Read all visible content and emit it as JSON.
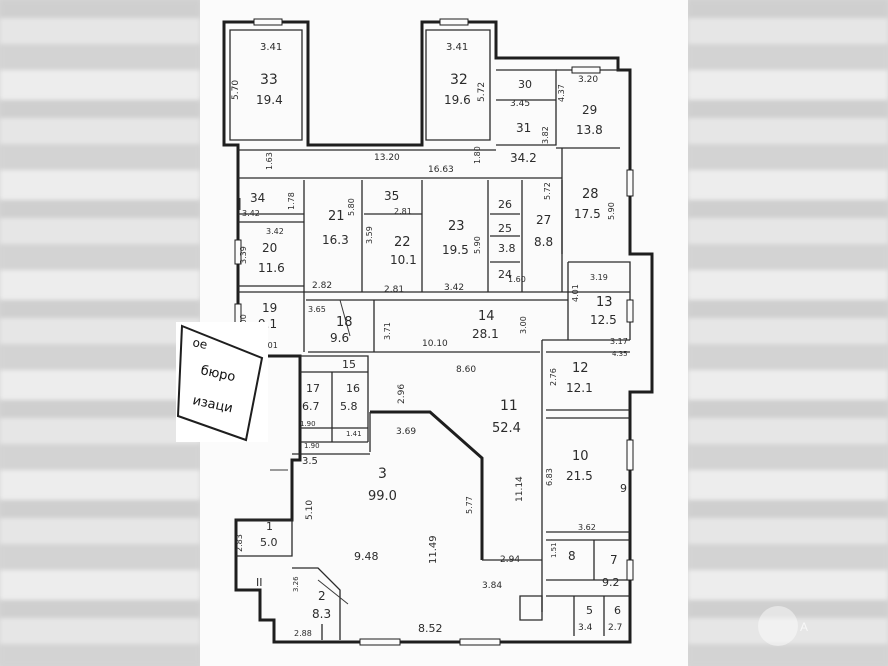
{
  "rooms": [
    {
      "id": "33",
      "dims_top": "3.41",
      "dims_side": "5.70",
      "area": "19.4"
    },
    {
      "id": "32",
      "dims_top": "3.41",
      "dims_side": "5.72",
      "area": "19.6"
    },
    {
      "id": "30",
      "dims_side": "3.45"
    },
    {
      "id": "29",
      "dims_top": "3.20",
      "dims_side": "4.37",
      "area": "13.8"
    },
    {
      "id": "31",
      "dims_side": "3.82",
      "area": "34.2"
    },
    {
      "id": "28",
      "area": "17.5",
      "dims_side": "5.90"
    },
    {
      "id": "34",
      "dims_top": "3.42",
      "dims_side": "1.78"
    },
    {
      "id": "35",
      "dims_bottom": "2.81"
    },
    {
      "id": "21",
      "area": "16.3",
      "dims_side": "5.80"
    },
    {
      "id": "22",
      "area": "10.1",
      "dims_side": "3.59"
    },
    {
      "id": "23",
      "area": "19.5",
      "dims_side": "5.90"
    },
    {
      "id": "26"
    },
    {
      "id": "25",
      "area": "3.8"
    },
    {
      "id": "27",
      "area": "8.8",
      "dims_side": "5.72"
    },
    {
      "id": "24"
    },
    {
      "id": "20",
      "area": "11.6",
      "dims_top": "3.42",
      "dims_side": "3.39"
    },
    {
      "id": "19",
      "area": "9.1",
      "dims_side": "3.00",
      "dims_bottom": "3.01"
    },
    {
      "id": "18",
      "area": "9.6",
      "dims_side": "3.71"
    },
    {
      "id": "14",
      "area": "28.1",
      "dims_side": "3.00"
    },
    {
      "id": "13",
      "area": "12.5",
      "dims_top": "3.19",
      "dims_side": "4.01"
    },
    {
      "id": "15"
    },
    {
      "id": "17",
      "area": "6.7",
      "dims_side": "1.90"
    },
    {
      "id": "16",
      "area": "5.8",
      "dims_bottom": "1.41"
    },
    {
      "id": "12",
      "area": "12.1",
      "dims_side": "2.76"
    },
    {
      "id": "11",
      "area": "52.4",
      "dims_side": "11.14"
    },
    {
      "id": "3",
      "area": "99.0"
    },
    {
      "id": "10",
      "area": "21.5",
      "dims_side": "6.83"
    },
    {
      "id": "1",
      "area": "5.0",
      "dims_side": "2.83"
    },
    {
      "id": "2",
      "area": "8.3",
      "dims_side": "3.26",
      "dims_bottom": "2.88"
    },
    {
      "id": "8"
    },
    {
      "id": "7",
      "area": "9.2"
    },
    {
      "id": "5",
      "area": "3.4"
    },
    {
      "id": "6",
      "area": "2.7"
    }
  ],
  "labels": {
    "corridor_a": "13.20",
    "corridor_b": "16.63",
    "corridor_c": "1.63",
    "corridor_d": "1.80",
    "r21_b": "2.82",
    "r22_b": "2.81",
    "r23_b": "3.42",
    "r24_b": "1.60",
    "r18_w": "3.65",
    "r14_w": "10.10",
    "r11_w": "8.60",
    "r13_b": "3.17",
    "r13_c": "4.35",
    "r11_top": "2.96",
    "r3_a": "3.69",
    "r3_side": "5.77",
    "r3_w": "9.48",
    "r3_h": "11.49",
    "r3_lv": "5.10",
    "r3_b": "8.52",
    "r3_c": "3.84",
    "r3_d": "2.94",
    "r10_b": "3.62",
    "r8_side": "1.51",
    "r_small": "3.5",
    "r_9": "9",
    "stair": "II",
    "r16_side": "1.90"
  },
  "stamp": {
    "line1": "ое",
    "line2": "бюро",
    "line3": "изаци"
  },
  "watermark": {
    "text": "A"
  }
}
